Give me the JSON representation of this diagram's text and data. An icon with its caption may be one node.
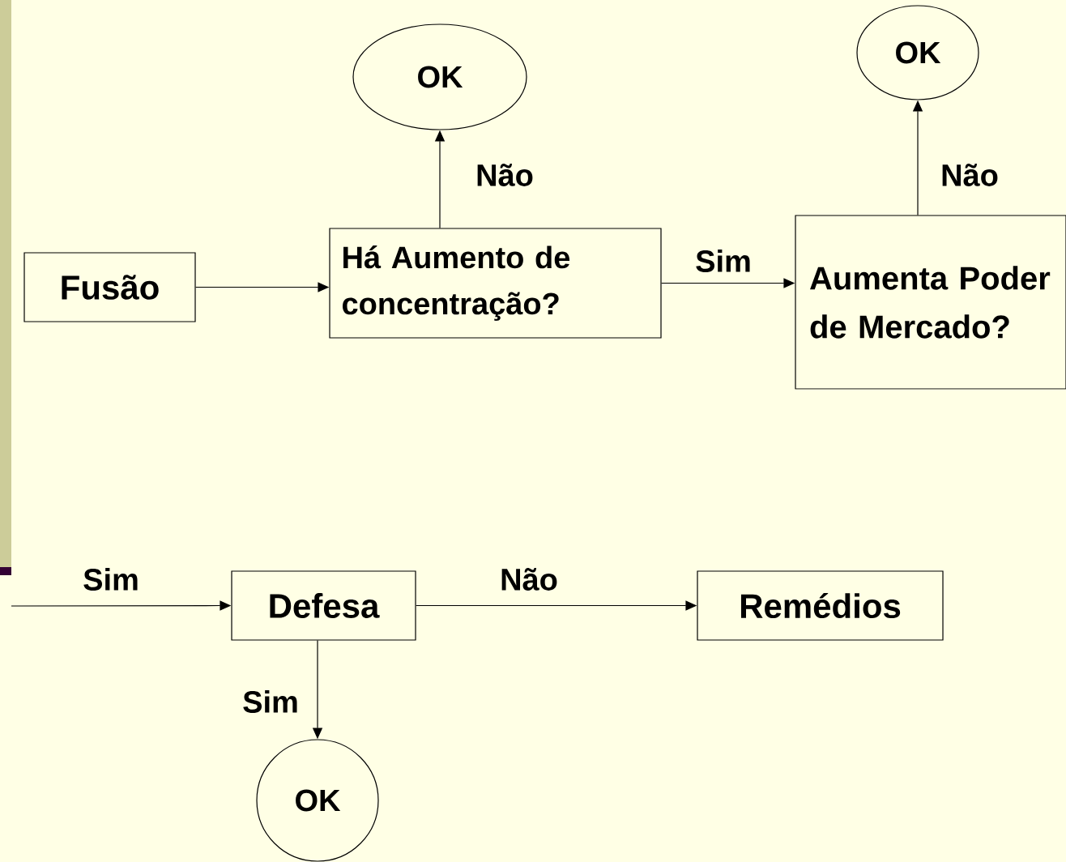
{
  "diagram": {
    "nodes": [
      {
        "text": [
          "Fusão"
        ]
      },
      {
        "text": [
          "Há Aumento de concentração?"
        ]
      },
      {
        "text": [
          "OK"
        ]
      },
      {
        "text": [
          "Aumenta Poder de Mercado?"
        ]
      },
      {
        "text": [
          "OK"
        ]
      },
      {
        "text": [
          "Defesa"
        ]
      },
      {
        "text": [
          "Remédios"
        ]
      },
      {
        "text": [
          "OK"
        ]
      }
    ],
    "edges": [
      {
        "from": 0,
        "to": 1,
        "arrow": "to"
      },
      {
        "from": 1,
        "to": 2,
        "arrow": "to",
        "label": "Não"
      },
      {
        "from": 1,
        "to": 3,
        "arrow": "to",
        "label": "Sim"
      },
      {
        "from": 3,
        "to": 4,
        "arrow": "to",
        "label": "Não"
      },
      {
        "from": null,
        "to": 5,
        "arrow": "to",
        "label": "Sim"
      },
      {
        "from": 5,
        "to": 6,
        "arrow": "to",
        "label": "Não"
      },
      {
        "from": 5,
        "to": 7,
        "arrow": "to",
        "label": "Sim"
      }
    ]
  }
}
